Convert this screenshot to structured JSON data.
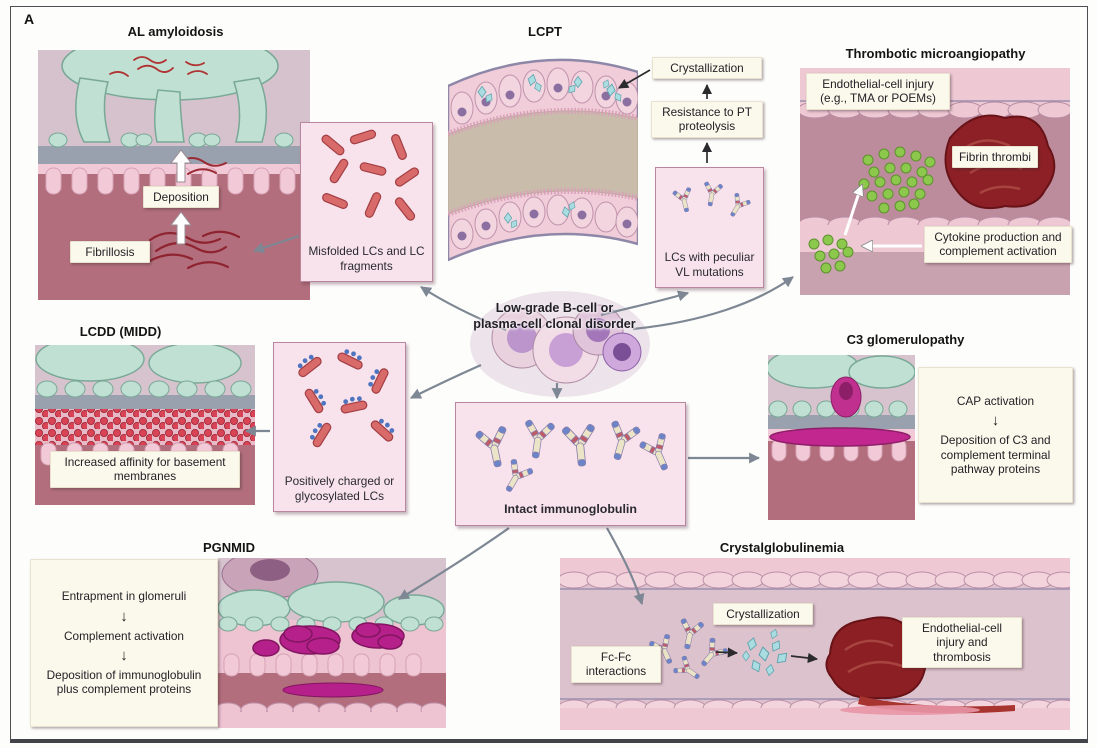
{
  "figure": {
    "panel_label": "A"
  },
  "glyphs": {
    "down_arrow": "↓"
  },
  "al": {
    "title": "AL amyloidosis",
    "deposition_label": "Deposition",
    "fibrillosis_label": "Fibrillosis",
    "box_text": "Misfolded LCs and LC fragments"
  },
  "lcpt": {
    "title": "LCPT",
    "crystallization_label": "Crystallization",
    "resistance_label": "Resistance to PT proteolysis",
    "box_text": "LCs with peculiar VL mutations"
  },
  "tma": {
    "title": "Thrombotic microangiopathy",
    "injury_label": "Endothelial-cell injury (e.g., TMA or POEMs)",
    "fibrin_label": "Fibrin thrombi",
    "cytokine_label": "Cytokine production and complement activation"
  },
  "lcdd": {
    "title": "LCDD (MIDD)",
    "affinity_label": "Increased affinity for basement membranes",
    "box_text": "Positively charged or glycosylated LCs"
  },
  "center": {
    "clonal_text": "Low-grade B-cell or plasma-cell clonal disorder",
    "ig_label": "Intact immunoglobulin"
  },
  "c3": {
    "title": "C3 glomerulopathy",
    "cap_label": "CAP activation",
    "deposition_label": "Deposition of C3 and complement terminal pathway proteins"
  },
  "pgnmid": {
    "title": "PGNMID",
    "steps": [
      "Entrapment in glomeruli",
      "Complement activation",
      "Deposition of immunoglobulin plus complement proteins"
    ]
  },
  "crystal": {
    "title": "Crystalglobulinemia",
    "fcfc_label": "Fc-Fc interactions",
    "crystallization_label": "Crystallization",
    "injury_label": "Endothelial-cell injury and thrombosis"
  },
  "colors": {
    "arrow_gray": "#7e8794",
    "pink_box_fill": "#f8e3ec",
    "pink_box_border": "#b8879f",
    "cream_box_fill": "#fbf8ec",
    "teal": "#bfe0d2",
    "magenta": "#c2268f",
    "green_dot": "#8cc84b",
    "dark_red": "#8c2026",
    "rose": "#b26e7c"
  }
}
